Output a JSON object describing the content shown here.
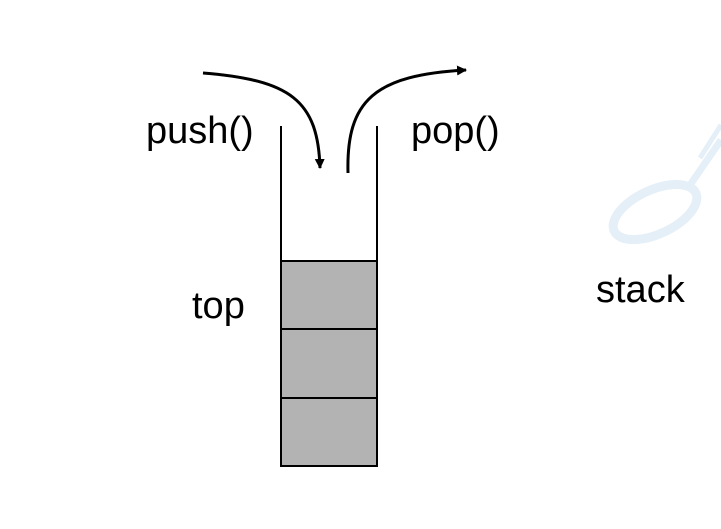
{
  "diagram": {
    "labels": {
      "push": "push()",
      "pop": "pop()",
      "top": "top",
      "stack": "stack"
    },
    "stack": {
      "filled_slots": 3,
      "slot_fill_color": "#b3b3b3",
      "line_color": "#000000"
    },
    "watermark": {
      "color": "#e6f1fa",
      "icon": "logo-watermark-icon"
    }
  }
}
